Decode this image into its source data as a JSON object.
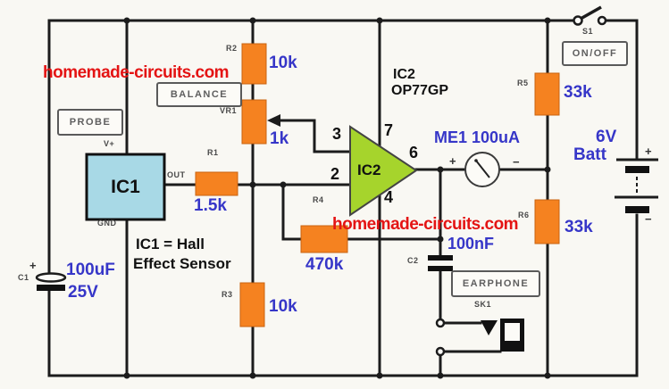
{
  "watermarks": {
    "top_left": "homemade-circuits.com",
    "middle": "homemade-circuits.com"
  },
  "labels": {
    "probe": "PROBE",
    "balance": "BALANCE",
    "on_off": "ON/OFF",
    "earphone": "EARPHONE"
  },
  "ic1": {
    "name": "IC1",
    "v_plus": "V+",
    "gnd": "GND",
    "out": "OUT",
    "note_line1": "IC1 = Hall",
    "note_line2": "Effect Sensor"
  },
  "ic2": {
    "name": "IC2",
    "part_line1": "IC2",
    "part_line2": "OP77GP",
    "pin2": "2",
    "pin3": "3",
    "pin4": "4",
    "pin6": "6",
    "pin7": "7"
  },
  "resistors": {
    "r1": {
      "ref": "R1",
      "value": "1.5k"
    },
    "r2": {
      "ref": "R2",
      "value": "10k"
    },
    "r3": {
      "ref": "R3",
      "value": "10k"
    },
    "r4": {
      "ref": "R4",
      "value": "470k"
    },
    "r5": {
      "ref": "R5",
      "value": "33k"
    },
    "r6": {
      "ref": "R6",
      "value": "33k"
    }
  },
  "pot": {
    "ref": "VR1",
    "value": "1k"
  },
  "capacitors": {
    "c1": {
      "ref": "C1",
      "value_line1": "100uF",
      "value_line2": "25V",
      "plus": "+"
    },
    "c2": {
      "ref": "C2",
      "value": "100nF"
    }
  },
  "meter": {
    "label": "ME1 100uA",
    "plus": "+",
    "minus": "−"
  },
  "battery": {
    "line1": "6V",
    "line2": "Batt",
    "plus": "+",
    "minus": "−"
  },
  "switch": {
    "ref": "S1"
  },
  "jack": {
    "ref": "SK1"
  },
  "colors": {
    "wire": "#1c1c1c",
    "resistor": "#f58220",
    "ic1_fill": "#a8d9e6",
    "ic2_fill": "#a6d42c",
    "blue_text": "#3636c8",
    "red_text": "#e41414"
  }
}
